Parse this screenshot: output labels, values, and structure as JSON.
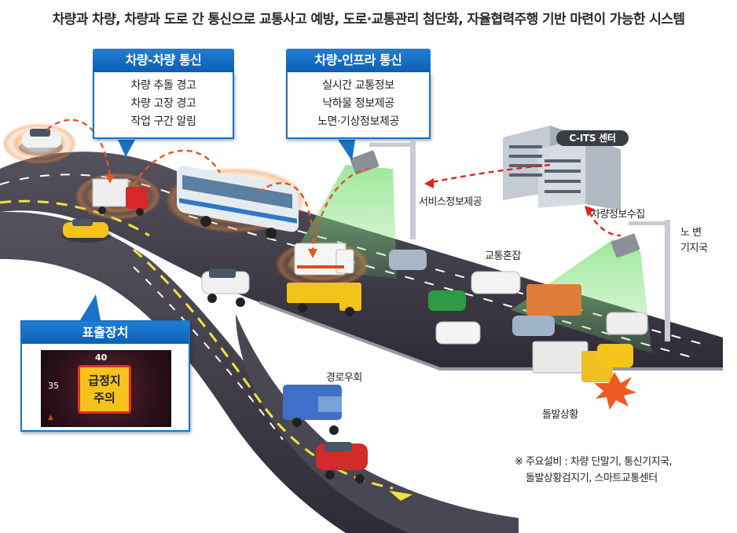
{
  "title": "차량과 차량, 차량과 도로 간 통신으로 교통사고 예방, 도로·교통관리 첨단화, 자율협력주행 기반 마련이 가능한 시스템",
  "v2v": {
    "header": "차량-차량 통신",
    "items": [
      "차량 추돌 경고",
      "차량 고장 경고",
      "작업 구간 알림"
    ]
  },
  "v2i": {
    "header": "차량-인프라 통신",
    "items": [
      "실시간 교통정보",
      "낙하물 정보제공",
      "노면·기상정보제공"
    ]
  },
  "labels": {
    "cits_center": "C-ITS 센터",
    "service_info": "서비스정보제공",
    "vehicle_collect": "차량정보수집",
    "roadside_line1": "노   변",
    "roadside_line2": "기지국",
    "congestion": "교통혼잡",
    "detour": "경로우회",
    "incident": "돌발상황"
  },
  "display": {
    "header": "표출장치",
    "sign_line1": "급정지",
    "sign_line2": "주의",
    "speed_limit": "40",
    "speed_current": "35"
  },
  "note": {
    "line1": "※ 주요설비 : 차량 단말기, 통신기지국,",
    "line2": "돌발상황검지기, 스마트교통센터"
  },
  "colors": {
    "accent_blue": "#1a73c9",
    "road": "#3b3845",
    "signal_green": "#6fd66a",
    "dashed_orange": "#e2562a",
    "dashed_red": "#e0201e"
  }
}
